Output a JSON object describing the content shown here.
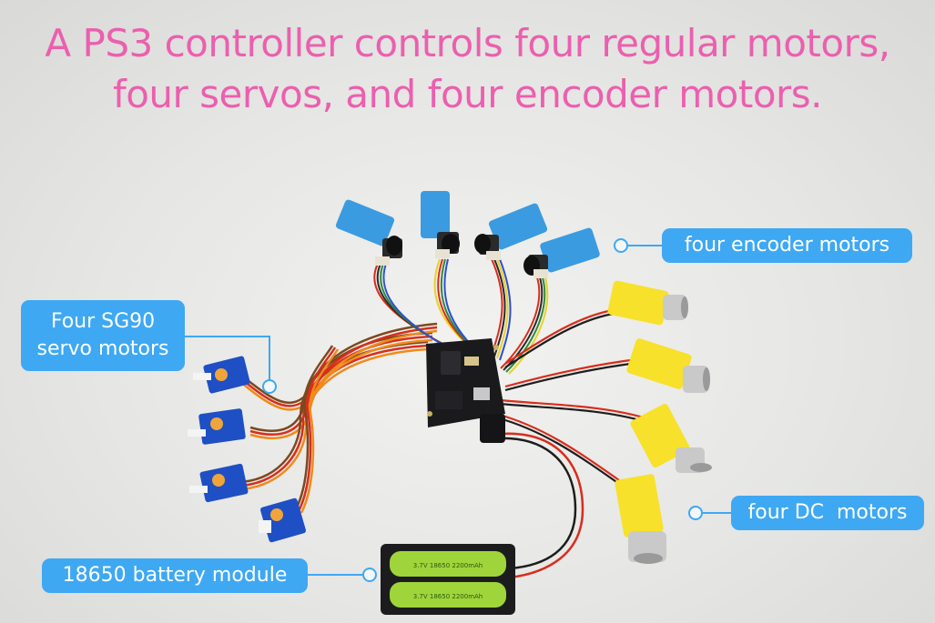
{
  "headline": {
    "line1": "A PS3 controller controls four regular motors,",
    "line2": "four servos, and four encoder motors."
  },
  "labels": {
    "encoder_motors": "four encoder motors",
    "servo_motors_line1": "Four SG90",
    "servo_motors_line2": "servo motors",
    "dc_motors": "four DC  motors",
    "battery_module": "18650 battery module"
  },
  "colors": {
    "headline": "#ec5fae",
    "label_background": "#3ea8f3",
    "label_text": "#ffffff",
    "encoder_motor": "#3b9be0",
    "dc_motor": "#f7e12a",
    "servo": "#1f4fc4",
    "battery": "#9fd53a"
  },
  "battery_print": {
    "cell1": "3.7V 18650 2200mAh",
    "cell2": "3.7V 18650 2200mAh"
  }
}
